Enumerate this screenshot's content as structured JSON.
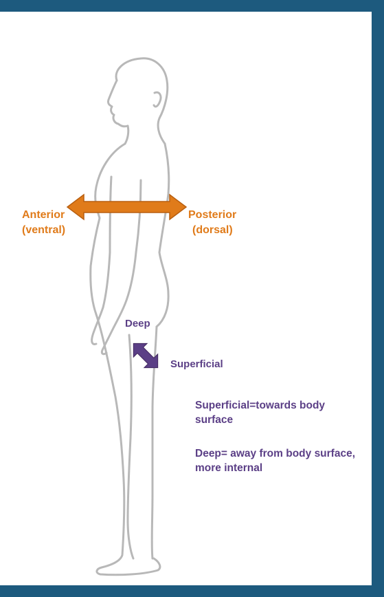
{
  "colors": {
    "frame": "#1d5a7e",
    "anterior_posterior": "#e07b1a",
    "deep_superficial": "#5b3f86",
    "outline": "#b8b8b8"
  },
  "labels": {
    "anterior_line1": "Anterior",
    "anterior_line2": "(ventral)",
    "posterior_line1": "Posterior",
    "posterior_line2": "(dorsal)",
    "deep": "Deep",
    "superficial": "Superficial"
  },
  "notes": {
    "superficial_definition": "Superficial=towards body surface",
    "deep_definition": "Deep= away from body surface, more internal"
  },
  "icons": [
    "body-outline",
    "double-arrow-horizontal",
    "double-arrow-diagonal"
  ]
}
